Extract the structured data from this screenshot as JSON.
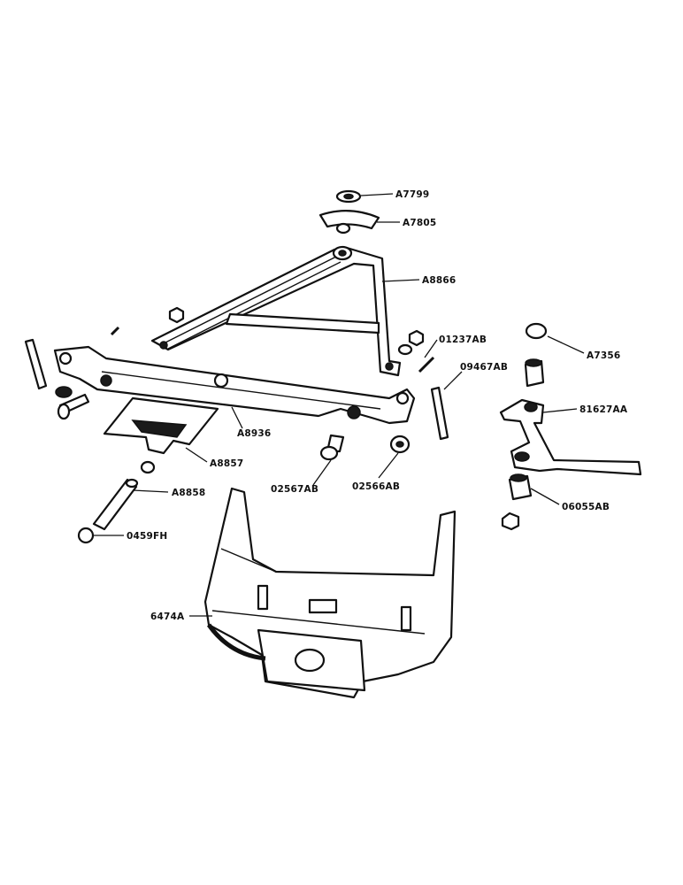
{
  "labels": {
    "a7799": "A7799",
    "a7805": "A7805",
    "a8866": "A8866",
    "a7356": "A7356",
    "p01237ab": "01237AB",
    "p09467ab": "09467AB",
    "p81627aa": "81627AA",
    "a8936": "A8936",
    "a8857": "A8857",
    "a8858": "A8858",
    "p02567ab": "02567AB",
    "p02566ab": "02566AB",
    "p0459fh": "0459FH",
    "p06055ab": "06055AB",
    "p6474a": "6474A"
  }
}
